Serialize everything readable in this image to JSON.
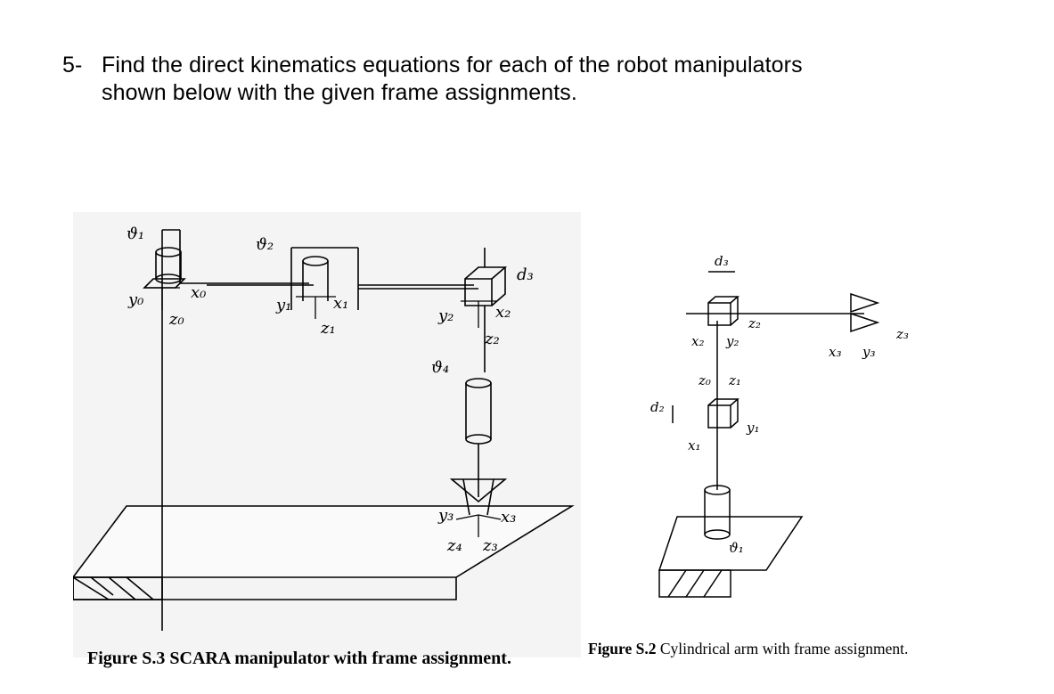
{
  "question": {
    "number": "5-",
    "line1": "Find the direct kinematics equations for each of the robot manipulators",
    "line2": "shown below with the given frame assignments."
  },
  "scara": {
    "caption_bold": "Figure S.3",
    "caption_text": " SCARA manipulator with frame assignment.",
    "labels": {
      "theta1": "ϑ₁",
      "theta2": "ϑ₂",
      "theta4": "ϑ₄",
      "d3": "d₃",
      "y0": "y₀",
      "x0": "x₀",
      "z0": "z₀",
      "y1": "y₁",
      "x1": "x₁",
      "z1": "z₁",
      "y2": "y₂",
      "x2": "x₂",
      "z2": "z₂",
      "y3": "y₃",
      "x3": "x₃",
      "z4": "z₄",
      "z3": "z₃"
    }
  },
  "cylindrical": {
    "caption_bold": "Figure S.2",
    "caption_text": " Cylindrical arm with frame assignment.",
    "labels": {
      "d3": "d₃",
      "x2": "x₂",
      "y2": "y₂",
      "z2": "z₂",
      "z0": "z₀",
      "z1": "z₁",
      "d2": "d₂",
      "x1": "x₁",
      "y1": "y₁",
      "theta1": "ϑ₁",
      "x3": "x₃",
      "y3": "y₃",
      "z3": "z₃"
    }
  },
  "colors": {
    "text": "#000000",
    "background_watermark": "#dcdcdc"
  }
}
